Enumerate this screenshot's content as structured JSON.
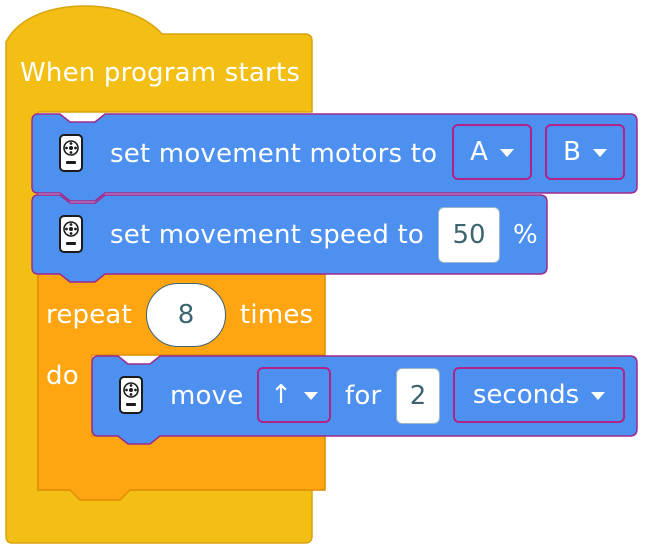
{
  "colors": {
    "hat_yellow": "#f3bf15",
    "hat_border": "#d9a40c",
    "loop_orange": "#ffa512",
    "loop_border": "#e08c00",
    "motion_blue": "#4d90f0",
    "motion_border": "#9b2a8f",
    "input_text": "#3f6471"
  },
  "hat": {
    "label": "When program starts"
  },
  "block1": {
    "label": "set movement motors to",
    "icon": "hub-motor-icon",
    "dropdown_a": "A",
    "dropdown_b": "B"
  },
  "block2": {
    "label": "set movement speed to",
    "icon": "hub-motor-icon",
    "speed_value": "50",
    "unit": "%"
  },
  "repeat": {
    "label_repeat": "repeat",
    "count": "8",
    "label_times": "times",
    "label_do": "do"
  },
  "move_block": {
    "label_move": "move",
    "direction": "↑",
    "label_for": "for",
    "duration": "2",
    "unit_dropdown": "seconds",
    "icon": "hub-motor-icon"
  }
}
